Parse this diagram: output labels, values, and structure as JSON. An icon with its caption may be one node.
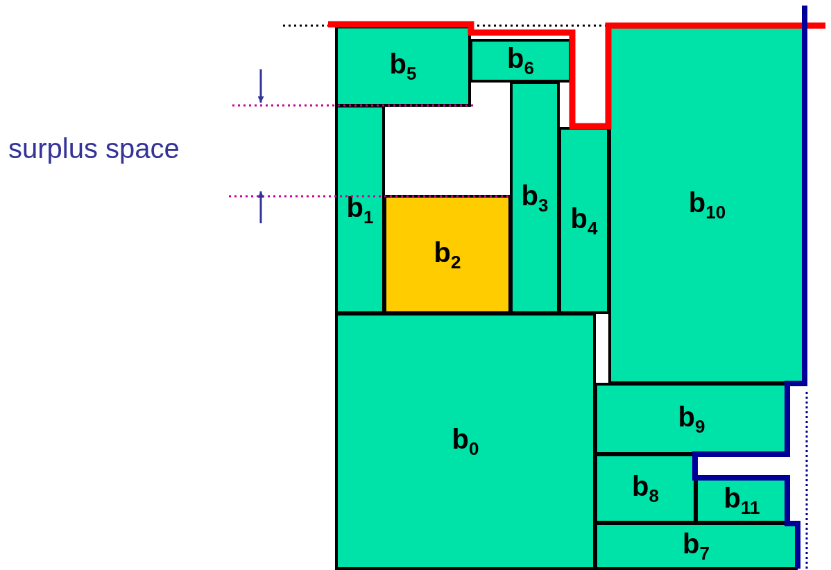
{
  "diagram": {
    "nodes": [
      {
        "text": [
          "b$_{5}$"
        ]
      },
      {
        "text": [
          "b$_{6}$"
        ]
      },
      {
        "text": [
          "b$_{1}$"
        ]
      },
      {
        "text": [
          "b$_{2}$"
        ]
      },
      {
        "text": [
          "b$_{3}$"
        ]
      },
      {
        "text": [
          "b$_{4}$"
        ]
      },
      {
        "text": [
          "b$_{10}$"
        ]
      },
      {
        "text": [
          "b$_{0}$"
        ]
      },
      {
        "text": [
          "b$_{9}$"
        ]
      },
      {
        "text": [
          "b$_{8}$"
        ]
      },
      {
        "text": [
          "b$_{11}$"
        ]
      },
      {
        "text": [
          "b$_{7}$"
        ]
      }
    ],
    "edges": [],
    "labels": [
      "surplus space"
    ]
  }
}
